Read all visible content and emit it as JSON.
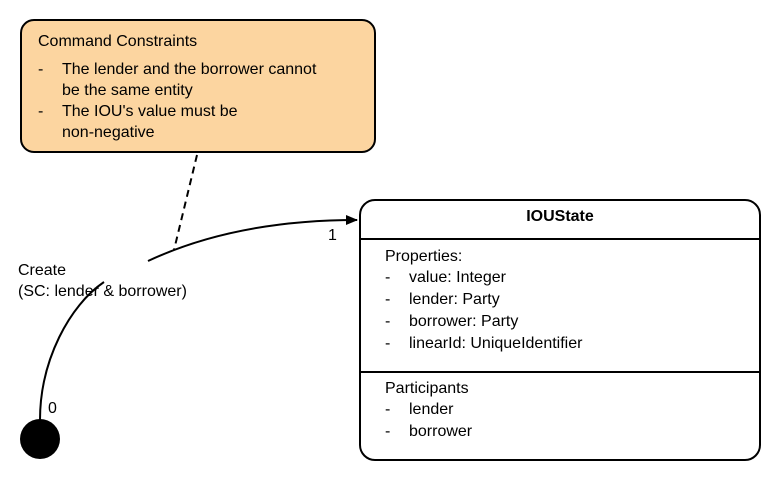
{
  "constraints": {
    "title": "Command Constraints",
    "items": [
      "The lender and the borrower cannot\nbe the same entity",
      "The IOU's value must be\nnon-negative"
    ]
  },
  "state": {
    "title": "IOUState",
    "properties_title": "Properties:",
    "properties": [
      "value: Integer",
      "lender: Party",
      "borrower: Party",
      "linearId: UniqueIdentifier"
    ],
    "participants_title": "Participants",
    "participants": [
      "lender",
      "borrower"
    ]
  },
  "transition": {
    "label": "Create\n(SC: lender & borrower)",
    "source_multiplicity": "0",
    "target_multiplicity": "1"
  },
  "colors": {
    "note_fill": "#fcd5a0",
    "line": "#000000"
  },
  "bullet_marker": "-"
}
